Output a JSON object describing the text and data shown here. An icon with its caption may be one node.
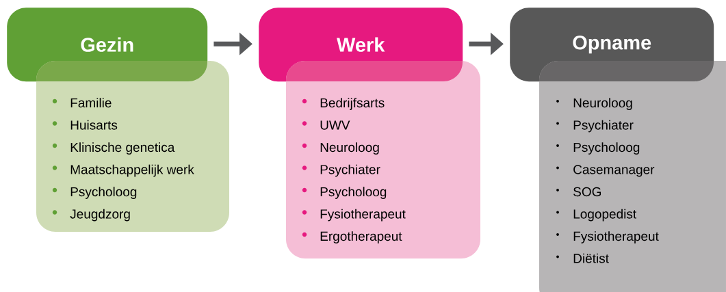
{
  "diagram": {
    "nodes": [
      {
        "text": [
          "Gezin"
        ]
      },
      {
        "text": [
          "Familie",
          "Huisarts",
          "Klinische genetica",
          "Maatschappelijk werk",
          "Psycholoog",
          "Jeugdzorg"
        ]
      },
      {
        "text": [
          "Werk"
        ]
      },
      {
        "text": [
          "Bedrijfsarts",
          "UWV",
          "Neuroloog",
          "Psychiater",
          "Psycholoog",
          "Fysiotherapeut",
          "Ergotherapeut"
        ]
      },
      {
        "text": [
          "Opname"
        ]
      },
      {
        "text": [
          "Neuroloog",
          "Psychiater",
          "Psycholoog",
          "Casemanager",
          "SOG",
          "Logopedist",
          "Fysiotherapeut",
          "Diëtist"
        ]
      }
    ],
    "edges": [
      {
        "from": 0,
        "to": 2,
        "arrow": "to"
      },
      {
        "from": 2,
        "to": 4,
        "arrow": "to"
      }
    ]
  }
}
